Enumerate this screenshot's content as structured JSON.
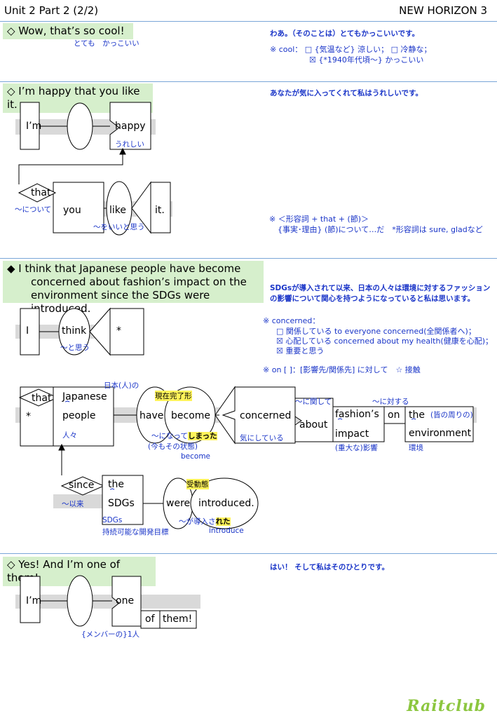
{
  "header": {
    "left": "Unit 2 Part 2 (2/2)",
    "right": "NEW HORIZON 3"
  },
  "s1": {
    "en": "◇ Wow, that’s so cool!",
    "gloss": "とても　かっこいい",
    "jp": "わあ。（そのことは）とてもかっこいいです。",
    "note1": "※ cool：  □ {気温など} 涼しい；  □ 冷静な；",
    "note2": "☒ {*1940年代頃～} かっこいい"
  },
  "s2": {
    "en": "◇ I’m happy that you like it.",
    "jp": "あなたが気に入ってくれて私はうれしいです。",
    "w_im": "I’m",
    "w_happy": "happy",
    "g_happy": "うれしい",
    "w_that": "that",
    "g_that": "～について",
    "w_you": "you",
    "w_like": "like",
    "w_it": "it.",
    "g_like": "～をいいと思う",
    "note1": "※ ＜形容詞 + that + (節)＞",
    "note2": "{事実･理由} (節)について…だ　*形容詞は sure, gladなど"
  },
  "s3": {
    "en1": "◆ I think that Japanese people have become",
    "en2": "concerned about fashion’s impact on the",
    "en3": "environment since the SDGs were introduced.",
    "jp1": "SDGsが導入されて以来、日本の人々は環境に対するファッション",
    "jp2": "の影響について関心を持つようになっていると私は思います。",
    "note_concerned": "※ concerned：",
    "note_c1": "□ 関係している to everyone concerned(全関係者へ)；",
    "note_c2": "☒ 心配している concerned about my health(健康を心配)；",
    "note_c3": "☒ 重要と思う",
    "note_on": "※ on [ ]：[影響先/関係先] に対して　☆ 接触",
    "w_I": "I",
    "w_think": "think",
    "g_think": "～と思う",
    "w_star": "*",
    "w_star2": "*",
    "w_that": "that",
    "w_japanese": "Japanese",
    "w_people": "people",
    "g_japanese": "日本(人)の",
    "g_people": "人々",
    "w_have": "have",
    "w_become": "become",
    "g_perfect": "現在完了形",
    "g_become1a": "～になって",
    "g_become1b": "しまった",
    "g_become2": "(今もその状態)",
    "g_become3": "become",
    "w_concerned": "concerned",
    "g_concerned": "気にしている",
    "g_about": "～に関して",
    "w_about": "about",
    "w_fashions": "fashion’s",
    "w_impact": "impact",
    "g_impact": "(重大な)影響",
    "g_on": "～に対する",
    "w_on": "on",
    "w_the": "the",
    "w_environment": "environment",
    "g_the": "(皆の周りの)",
    "g_environment": "環境",
    "w_since": "since",
    "g_since": "～以来",
    "w_the2": "the",
    "w_sdgs": "SDGs",
    "g_sdgs1": "SDGs",
    "g_sdgs2": "持続可能な開発目標",
    "g_passive": "受動態",
    "w_were": "were",
    "w_introduced": "introduced.",
    "g_introduced1a": "～が導入さ",
    "g_introduced1b": "れた",
    "g_introduced2": "introduce"
  },
  "s4": {
    "en": "◇ Yes!  And I’m one of them!",
    "jp": "はい！ そして私はそのひとりです。",
    "w_im": "I’m",
    "w_one": "one",
    "w_of": "of",
    "w_them": "them!",
    "g_one": "{メンバーの}1人"
  },
  "footer": {
    "logo": "Raitclub"
  }
}
